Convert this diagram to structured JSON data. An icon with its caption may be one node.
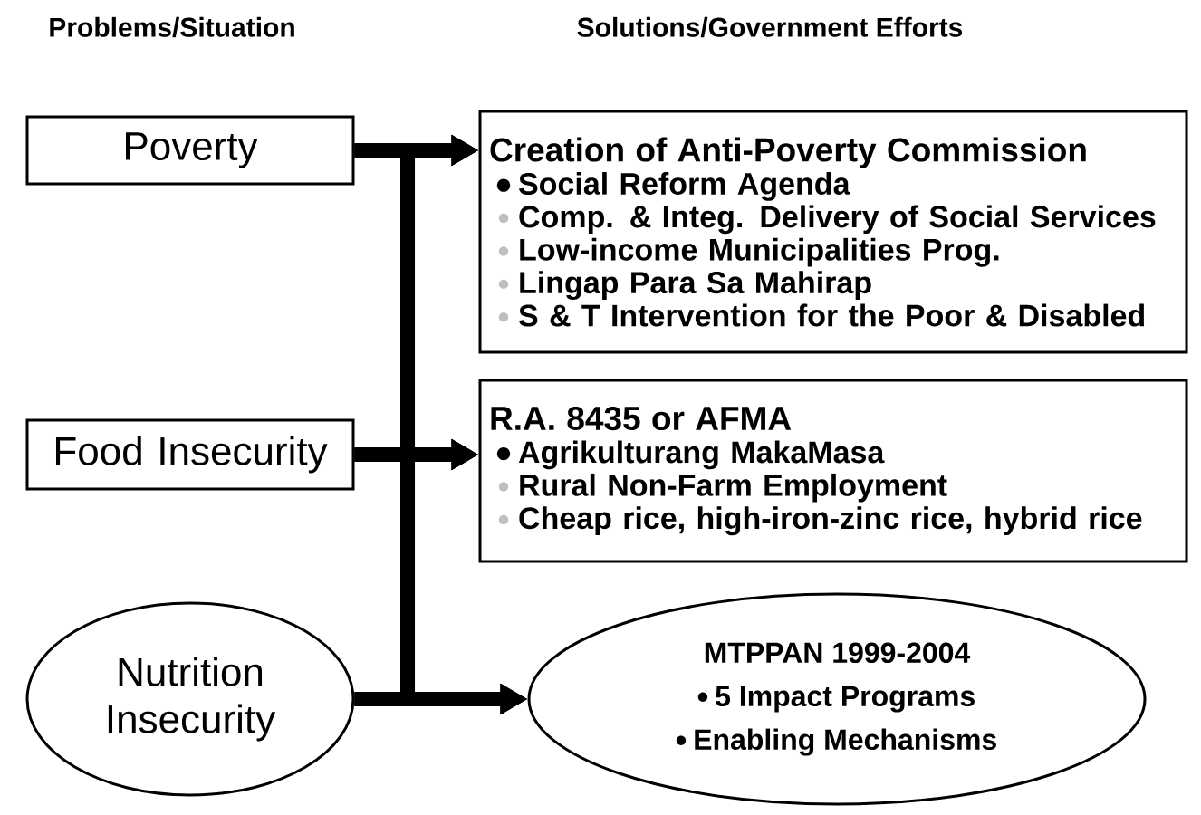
{
  "diagram": {
    "nodes": [
      {
        "text": [
          "Poverty"
        ]
      },
      {
        "text": [
          "Food  Insecurity"
        ]
      },
      {
        "text": [
          "Nutrition Insecurity"
        ]
      },
      {
        "text": [
          "Creation of Anti-Poverty Commission",
          "Social Reform Agenda",
          "Comp. & Integ. Delivery of Social Services",
          "Low-income Municipalities Prog.",
          "Lingap Para Sa Mahirap",
          "S & T Intervention for the Poor & Disabled"
        ]
      },
      {
        "text": [
          "R.A. 8435 or AFMA",
          "Agrikulturang MakaMasa",
          "Rural Non-Farm Employment",
          "Cheap rice, high-iron-zinc rice, hybrid rice"
        ]
      },
      {
        "text": [
          "MTPPAN 1999-2004",
          "5 Impact Programs",
          "Enabling Mechanisms"
        ]
      }
    ],
    "edges": [
      {
        "from": 0,
        "to": 3,
        "arrow": "to"
      },
      {
        "from": 0,
        "to": 4,
        "arrow": "to"
      },
      {
        "from": 0,
        "to": 5,
        "arrow": "to"
      },
      {
        "from": 1,
        "to": 3,
        "arrow": "to"
      },
      {
        "from": 1,
        "to": 4,
        "arrow": "to"
      },
      {
        "from": 1,
        "to": 5,
        "arrow": "to"
      },
      {
        "from": 2,
        "to": 3,
        "arrow": "to"
      },
      {
        "from": 2,
        "to": 4,
        "arrow": "to"
      },
      {
        "from": 2,
        "to": 5,
        "arrow": "to"
      }
    ],
    "labels": [
      "Problems/Situation",
      "Solutions/Government Efforts"
    ]
  }
}
